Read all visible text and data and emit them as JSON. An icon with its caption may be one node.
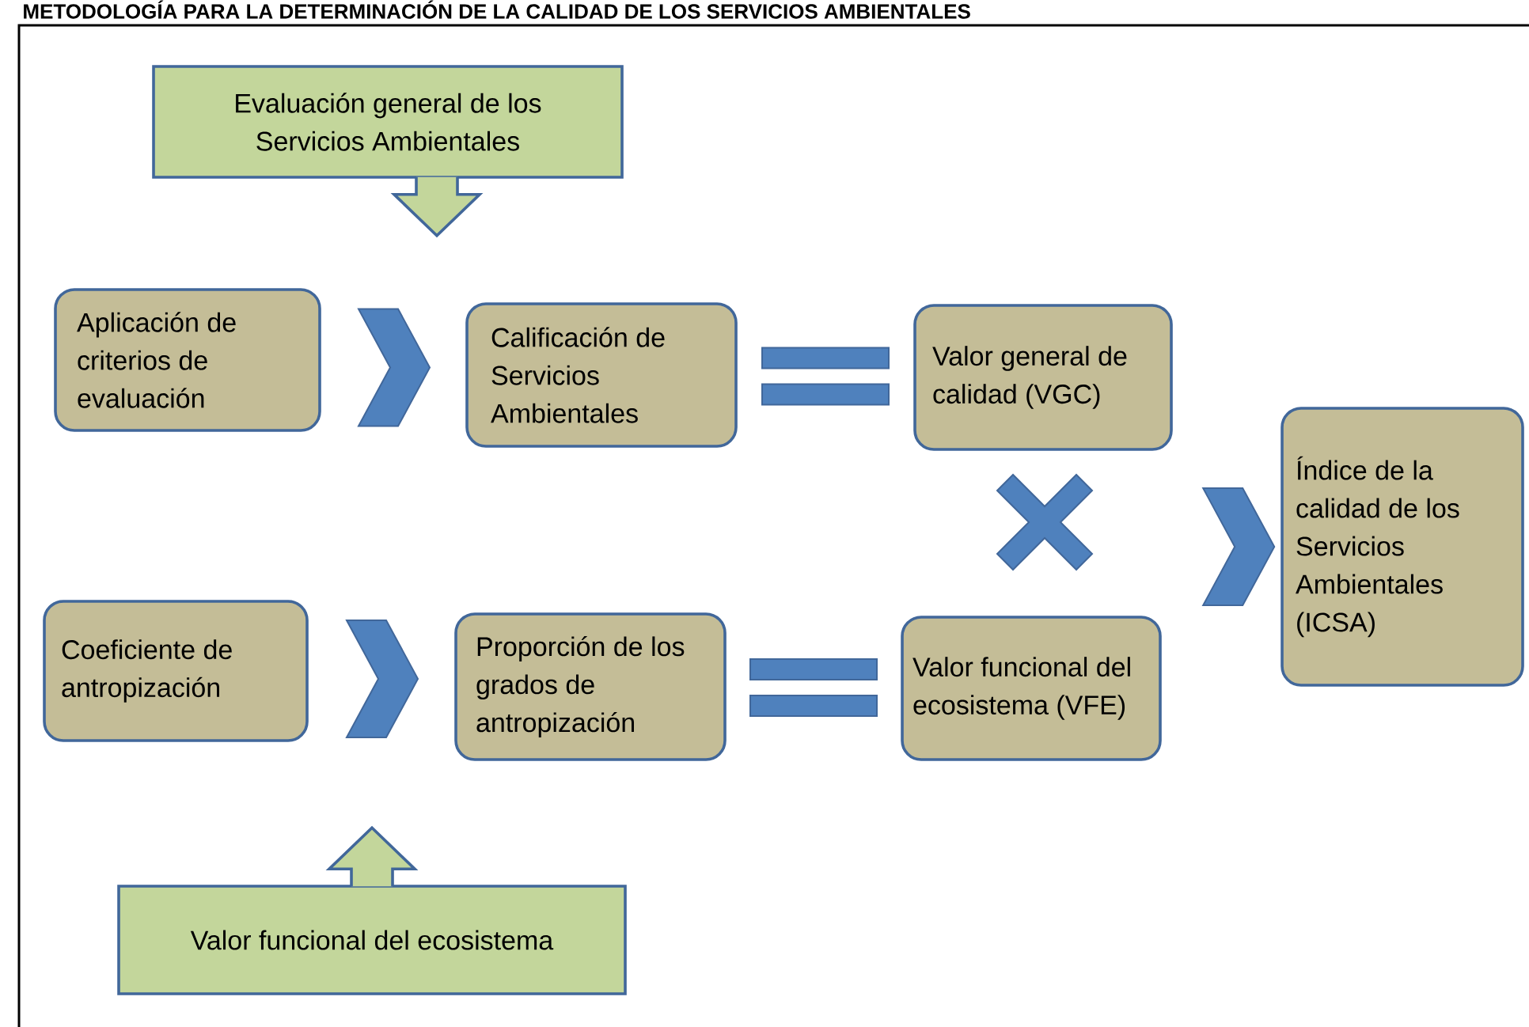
{
  "diagram": {
    "title": "METODOLOGÍA PARA LA DETERMINACIÓN DE LA CALIDAD DE LOS SERVICIOS AMBIENTALES",
    "nodes": [
      {
        "text": [
          "Evaluación general de los Servicios Ambientales"
        ]
      },
      {
        "text": [
          "Aplicación de criterios de evaluación"
        ]
      },
      {
        "text": [
          "Calificación de Servicios Ambientales"
        ]
      },
      {
        "text": [
          "Valor general de calidad (VGC)"
        ]
      },
      {
        "text": [
          "Índice de la calidad de los Servicios Ambientales (ICSA)"
        ]
      },
      {
        "text": [
          "Coeficiente de antropización"
        ]
      },
      {
        "text": [
          "Proporción de los grados de antropización"
        ]
      },
      {
        "text": [
          "Valor funcional del ecosistema (VFE)"
        ]
      },
      {
        "text": [
          "Valor funcional del ecosistema"
        ]
      }
    ],
    "edges": [
      {
        "from": 0,
        "to": null,
        "arrow": "to"
      },
      {
        "from": 1,
        "to": 2,
        "arrow": "to"
      },
      {
        "from": 2,
        "to": 3,
        "arrow": "none"
      },
      {
        "from": null,
        "to": 4,
        "arrow": "to"
      },
      {
        "from": 5,
        "to": 6,
        "arrow": "to"
      },
      {
        "from": 6,
        "to": 7,
        "arrow": "none"
      },
      {
        "from": 8,
        "to": null,
        "arrow": "to"
      }
    ]
  }
}
